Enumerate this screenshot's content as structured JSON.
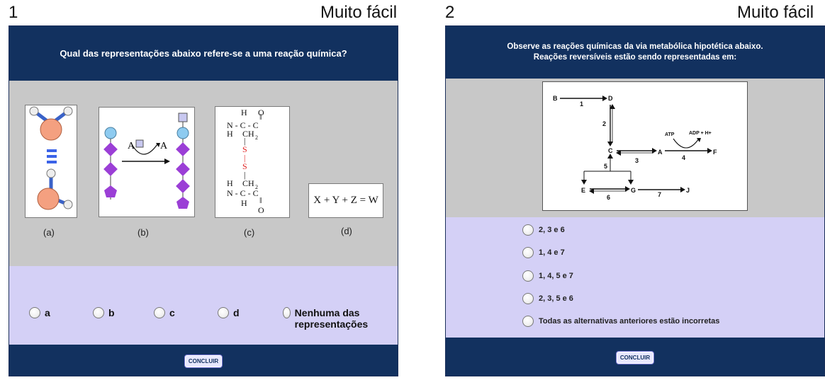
{
  "q1": {
    "number": "1",
    "difficulty": "Muito fácil",
    "question": "Qual das representações abaixo refere-se a uma reação química?",
    "captions": [
      "(a)",
      "(b)",
      "(c)",
      "(d)"
    ],
    "equation": "X + Y + Z = W",
    "molecule_b": {
      "label_left": "A",
      "label_right": "A"
    },
    "molecule_c": {
      "top": [
        "H O",
        "N - C - C",
        "H CH2"
      ],
      "bridge": [
        "S",
        "S"
      ],
      "bottom": [
        "H CH2",
        "N - C - C",
        "H O"
      ]
    },
    "options": [
      {
        "label": "a"
      },
      {
        "label": "b"
      },
      {
        "label": "c"
      },
      {
        "label": "d"
      },
      {
        "label": "Nenhuma das representações"
      }
    ],
    "button": "CONCLUIR"
  },
  "q2": {
    "number": "2",
    "difficulty": "Muito fácil",
    "question_line1": "Observe as reações químicas da via metabólica hipotética abaixo.",
    "question_line2": "Reações reversíveis estão sendo representadas em:",
    "diagram": {
      "nodes": [
        "B",
        "D",
        "C",
        "A",
        "F",
        "E",
        "G",
        "J"
      ],
      "reactions": [
        "1",
        "2",
        "3",
        "4",
        "5",
        "6",
        "7"
      ],
      "cofactors": [
        "ATP",
        "ADP + H+"
      ]
    },
    "options": [
      "2, 3 e 6",
      "1, 4 e 7",
      "1, 4, 5 e 7",
      "2, 3, 5 e 6",
      "Todas as alternativas anteriores estão incorretas"
    ],
    "button": "CONCLUIR"
  },
  "colors": {
    "header": "#12315f",
    "gray_area": "#c8c8c8",
    "answer_area": "#d4d0f6",
    "violet": "#9b3fd6",
    "sky": "#8ecbf0",
    "salmon": "#f4a080",
    "blue_bars": "#3b63e8",
    "red_sulfur": "#e02020"
  }
}
